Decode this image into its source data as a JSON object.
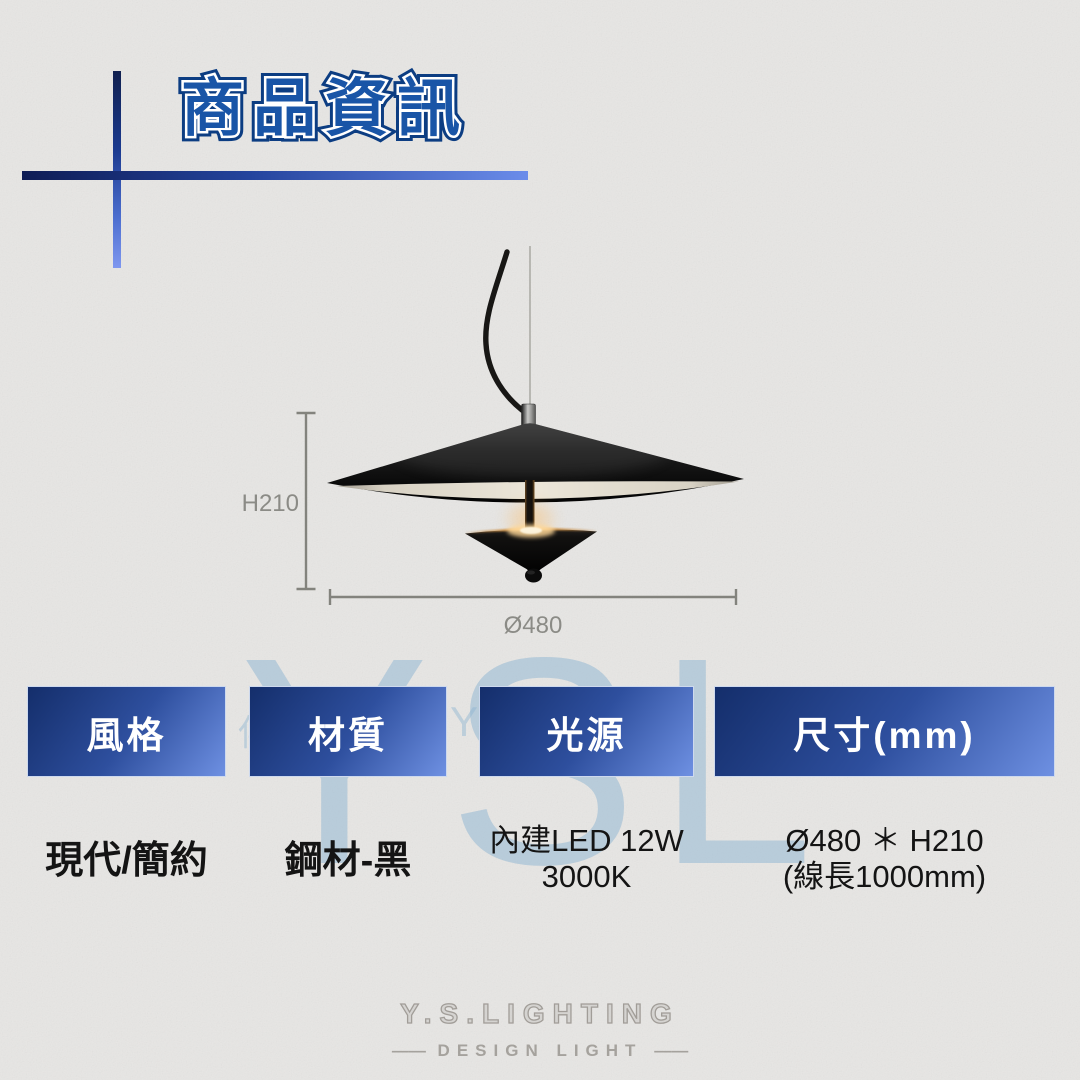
{
  "header": {
    "title": "商品資訊"
  },
  "product_image": {
    "dimensions": {
      "height": "H210",
      "diameter": "Ø480"
    }
  },
  "watermark": {
    "text": "YSL",
    "small_left": "伴",
    "small_right": "Y"
  },
  "specs": [
    {
      "label": "風格",
      "value_lines": [
        "現代/簡約"
      ]
    },
    {
      "label": "材質",
      "value_lines": [
        "鋼材-黑"
      ]
    },
    {
      "label": "光源",
      "value_lines": [
        "內建LED 12W",
        "3000K"
      ]
    },
    {
      "label": "尺寸(mm)",
      "value_lines": [
        "Ø480 ＊ H210",
        "(線長1000mm)"
      ]
    }
  ],
  "footer": {
    "brand": "Y.S.LIGHTING",
    "tagline": "DESIGN LIGHT",
    "dash": "——"
  },
  "colors": {
    "background_paper": "#e7e6e4",
    "accent_dark": "#0e1c55",
    "accent_light": "#6b8cea",
    "title_fill": "#1955a7",
    "title_outline": "#0c3d82",
    "button_gradient_start": "#142e6b",
    "button_gradient_end": "#6e90e2",
    "dimension_gray": "#83837d",
    "watermark_blue": "#8db5d3",
    "lamp_glow": "#ffd795"
  }
}
